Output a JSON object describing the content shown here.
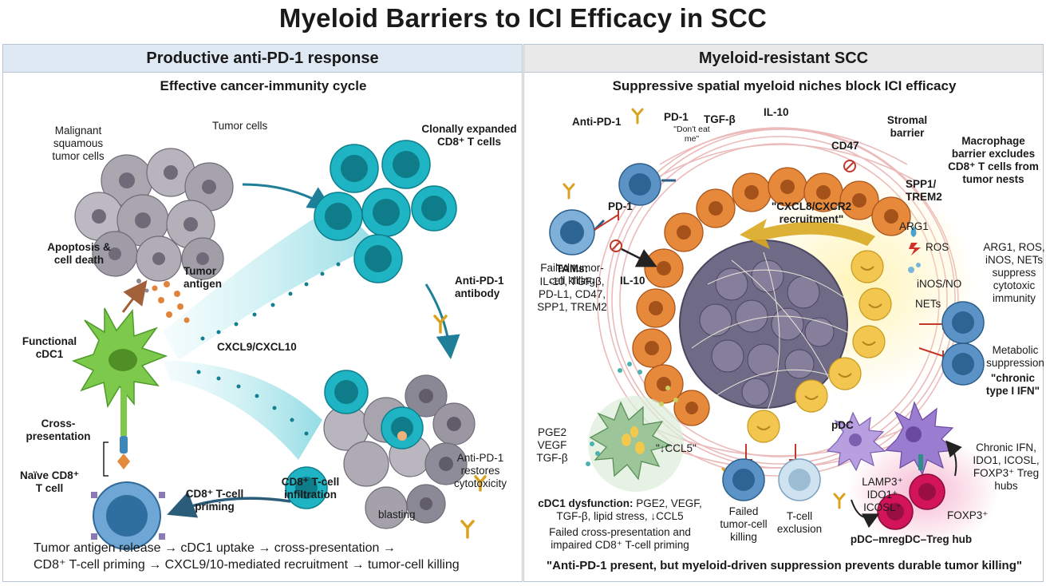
{
  "title": "Myeloid Barriers to ICI Efficacy in SCC",
  "left": {
    "header": "Productive anti-PD-1 response",
    "subtitle": "Effective cancer-immunity cycle",
    "labels": {
      "malignant": "Malignant squamous tumor cells",
      "tumor_cells": "Tumor cells",
      "clonal": "Clonally expanded CD8⁺ T cells",
      "apoptosis": "Apoptosis & cell death",
      "tumor_antigen": "Tumor antigen",
      "anti_pd1_antibody": "Anti-PD-1 antibody",
      "functional_cdc1": "Functional cDC1",
      "cxcl": "CXCL9/CXCL10",
      "cross_presentation": "Cross-presentation",
      "naive": "Naïve CD8⁺ T cell",
      "priming": "CD8⁺ T-cell priming",
      "infiltration": "CD8⁺ T-cell infiltration",
      "restores": "Anti-PD-1 restores cytotoxicity",
      "blasting": "blasting"
    },
    "footer_line1": "Tumor antigen release → cDC1 uptake → cross-presentation →",
    "footer_line2": "CD8⁺ T-cell priming → CXCL9/10-mediated recruitment → tumor-cell killing"
  },
  "right": {
    "header": "Myeloid-resistant SCC",
    "subtitle": "Suppressive spatial myeloid niches block ICI efficacy",
    "labels": {
      "anti_pd1": "Anti-PD-1",
      "dont_eat": "\"Don't eat me\"",
      "tgfb": "TGF-β",
      "il10_top": "IL-10",
      "stromal": "Stromal barrier",
      "macrophage_barrier": "Macrophage barrier excludes CD8⁺ T cells from tumor nests",
      "pd1_a": "PD-1",
      "pd1_b": "PD-1",
      "cd47": "CD47",
      "spp1": "SPP1/ TREM2",
      "failed_killing": "Failed tumor-cell killing",
      "il10_left": "IL-10",
      "cxcl8": "\"CXCL8/CXCR2 recruitment\"",
      "arg1": "ARG1",
      "ros": "ROS",
      "inos": "iNOS/NO",
      "tams_title": "TAMs:",
      "tams_list": "IL-10, TGF-β, PD-L1, CD47, SPP1, TREM2",
      "suppress": "ARG1, ROS, iNOS, NETs suppress cytotoxic immunity",
      "nets": "NETs",
      "metabolic": "Metabolic suppression",
      "pge2": "PGE2 VEGF TGF-β",
      "ccl5": "\"↓CCL5\"",
      "pdc": "pDC",
      "chronic_ifn_quote": "\"chronic type I IFN\"",
      "lamp3": "LAMP3⁺ IDO1⁺ ICOSL⁺",
      "chronic_list": "Chronic IFN, IDO1, ICOSL, FOXP3⁺ Treg hubs",
      "foxp3": "FOXP3⁺",
      "cdc1_dysfunction_bold": "cDC1 dysfunction:",
      "cdc1_dysfunction_rest": "PGE2, VEGF, TGF-β, lipid stress, ↓CCL5",
      "failed_cross": "Failed cross-presentation and impaired CD8⁺ T-cell priming",
      "failed_killing2": "Failed tumor-cell killing",
      "exclusion": "T-cell exclusion",
      "hub": "pDC–mregDC–Treg hub"
    },
    "footer": "\"Anti-PD-1 present, but myeloid-driven suppression prevents durable tumor killing\""
  },
  "colors": {
    "teal": "#17a9b8",
    "green": "#7ac943",
    "orange": "#e08a3c",
    "gray_tumor": "#9a97a3",
    "purple": "#8c6bbf",
    "magenta": "#d4145a",
    "yellow": "#f2c94c",
    "blue_cell": "#4f8bc2"
  }
}
